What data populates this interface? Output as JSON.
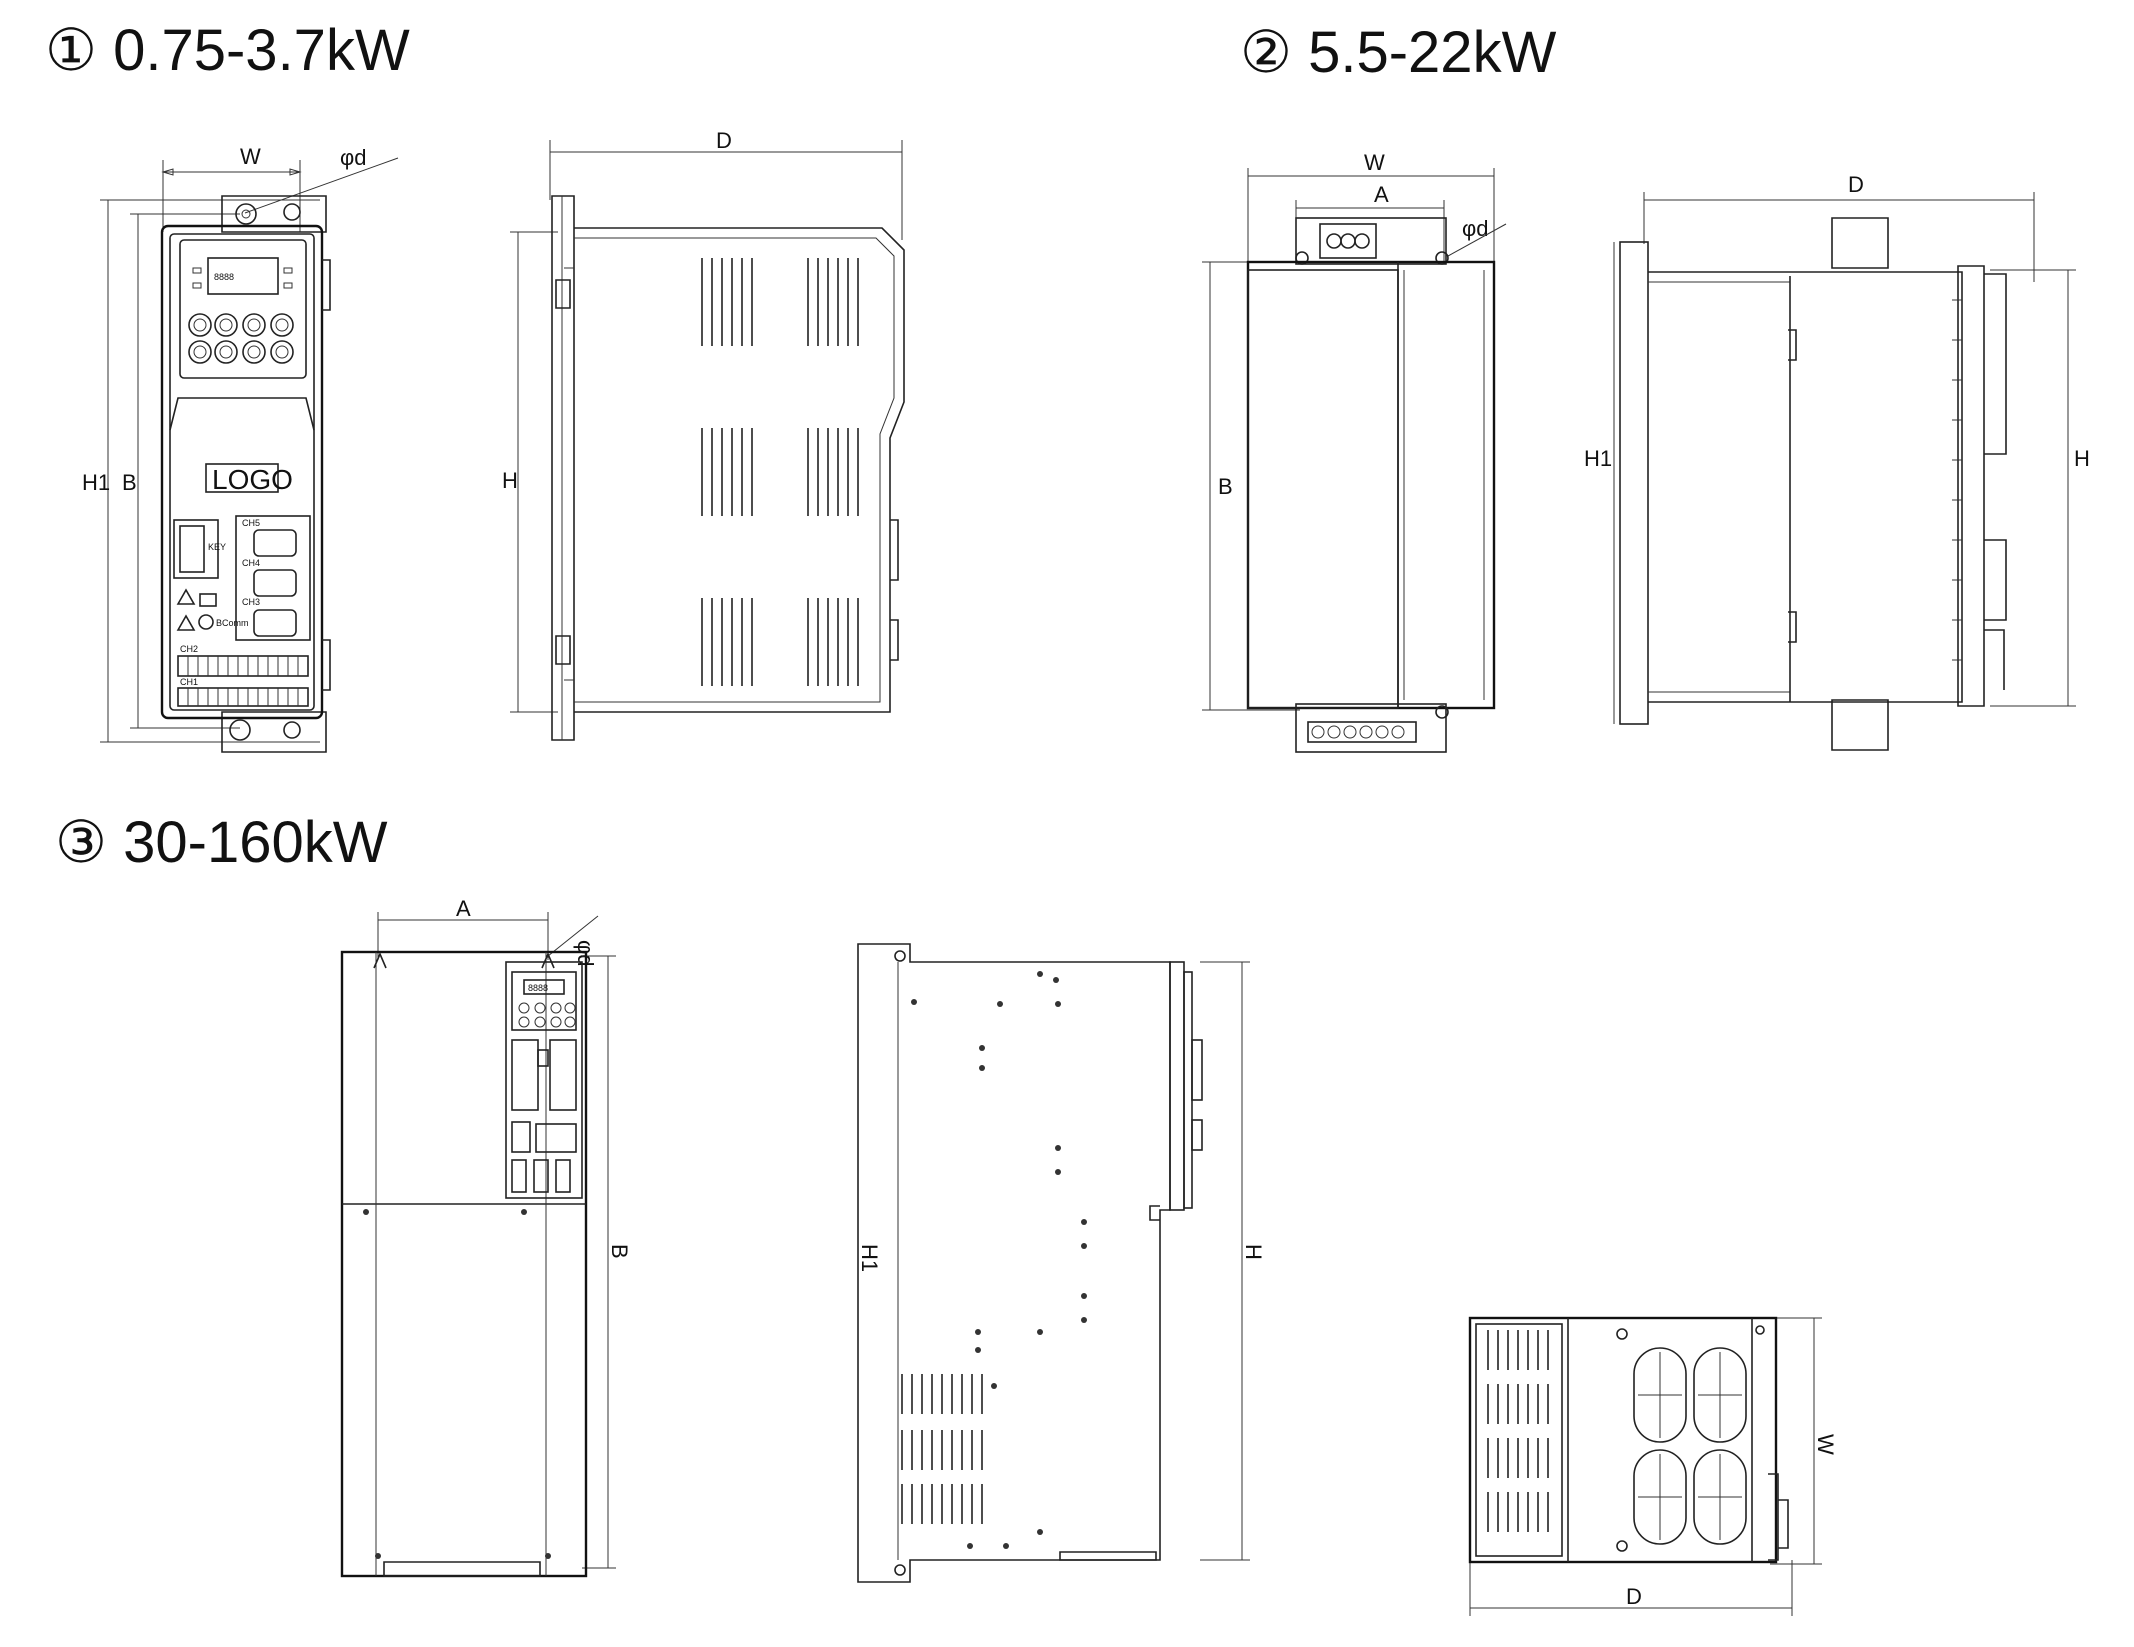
{
  "sections": [
    {
      "title": "① 0.75-3.7kW"
    },
    {
      "title": "② 5.5-22kW"
    },
    {
      "title": "③ 30-160kW"
    }
  ],
  "dims": {
    "s1_w": "W",
    "s1_d": "φd",
    "s1_h1": "H1",
    "s1_b": "B",
    "s1_depth": "D",
    "s1_h": "H",
    "s2_w": "W",
    "s2_a": "A",
    "s2_d": "φd",
    "s2_b": "B",
    "s2_depth": "D",
    "s2_h1": "H1",
    "s2_h": "H",
    "s3_a": "A",
    "s3_d": "φd",
    "s3_b": "B",
    "s3_h1": "H1",
    "s3_h": "H",
    "s3_w": "W",
    "s3_depth": "D"
  },
  "panel_labels": {
    "logo": "LOGO",
    "ch5": "CH5",
    "ch4": "CH4",
    "ch3": "CH3",
    "ch2": "CH2",
    "ch1": "CH1",
    "key": "KEY",
    "comm": "BComm",
    "display": "8888",
    "logo3": "8888"
  }
}
